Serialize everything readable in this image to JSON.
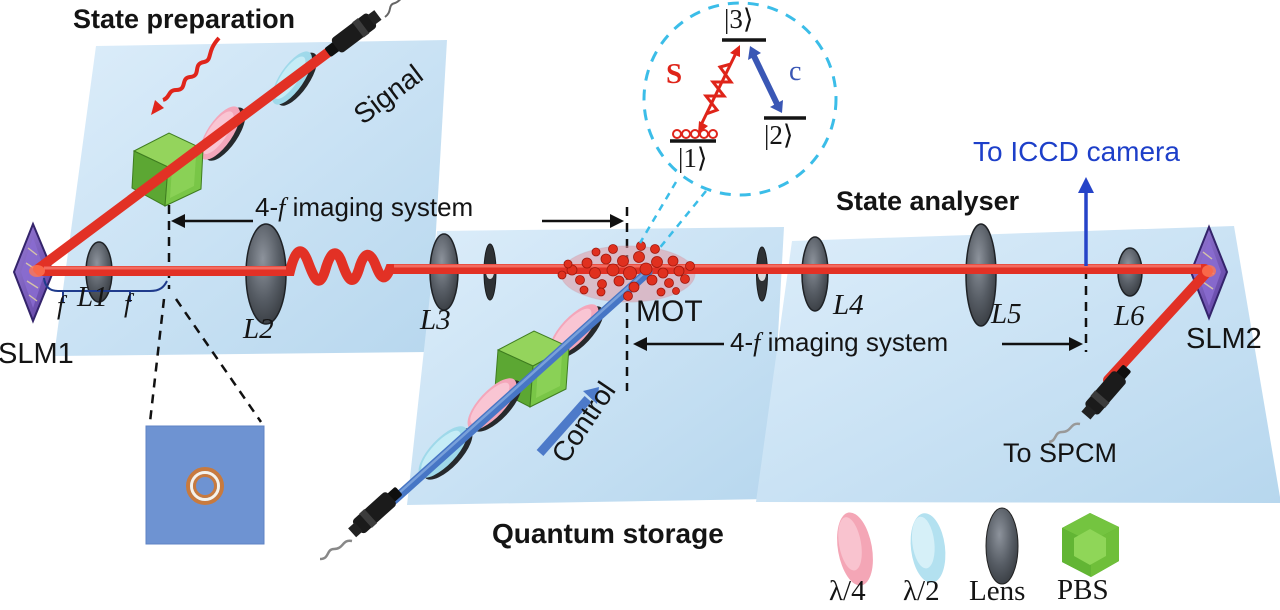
{
  "figure": {
    "titles": {
      "state_preparation": "State preparation",
      "quantum_storage": "Quantum storage",
      "state_analyser": "State analyser"
    },
    "beam_labels": {
      "signal": "Signal",
      "control": "Control"
    },
    "four_f": {
      "prefix": "4-",
      "f": "f",
      "suffix": " imaging system"
    },
    "components": {
      "slm1": "SLM1",
      "slm2": "SLM2",
      "l1": "L1",
      "l2": "L2",
      "l3": "L3",
      "l4": "L4",
      "l5": "L5",
      "l6": "L6",
      "mot": "MOT",
      "focal": "f"
    },
    "outputs": {
      "to_iccd": "To ICCD camera",
      "to_spcm": "To SPCM"
    },
    "energy_inset": {
      "level1": "|1⟩",
      "level2": "|2⟩",
      "level3": "|3⟩",
      "signal_field": "S",
      "control_field": "c"
    },
    "legend": {
      "quarter_wave": "λ/4",
      "half_wave": "λ/2",
      "lens": "Lens",
      "pbs": "PBS"
    },
    "colors": {
      "beam_red": "#e23125",
      "beam_blue": "#4776c5",
      "platform_blue": "#cde3f6",
      "accent_cyan": "#3bbde8",
      "label_blue": "#1d3fc9",
      "pbs_green": "#6abf45",
      "quarter_wave_pink": "#f4a6ba",
      "half_wave_cyan": "#a8dcec",
      "lens_gray": "#565c64",
      "slm_purple": "#7a5bbf"
    }
  }
}
